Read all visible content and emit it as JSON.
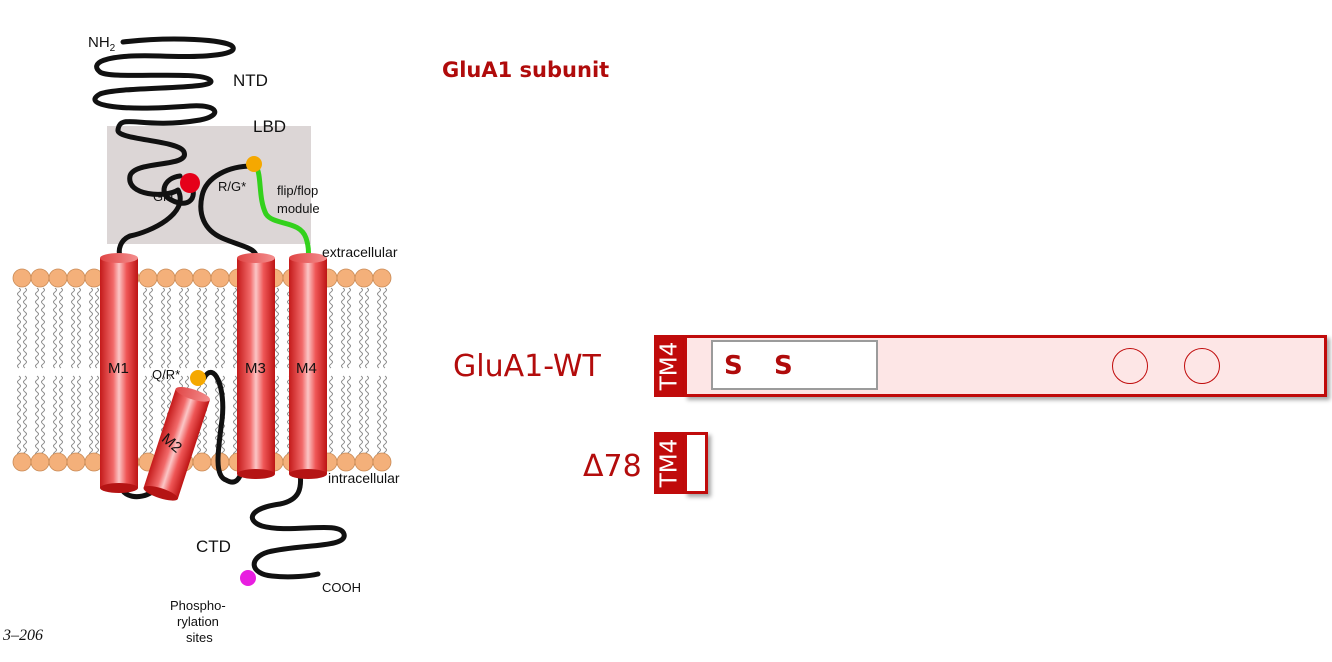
{
  "topology": {
    "nh2": "NH",
    "nh2_sub": "2",
    "ntd": "NTD",
    "lbd": "LBD",
    "glu": "Glu",
    "rg": "R/G*",
    "flipflop_1": "flip/flop",
    "flipflop_2": "module",
    "extracellular": "extracellular",
    "intracellular": "intracellular",
    "m1": "M1",
    "m2": "M2",
    "m3": "M3",
    "m4": "M4",
    "qr": "Q/R*",
    "ctd": "CTD",
    "cooh": "COOH",
    "phospho_1": "Phospho-",
    "phospho_2": "rylation",
    "phospho_3": "sites",
    "figure_code": "3–206"
  },
  "constructs": {
    "title": "GluA1 subunit",
    "wt_label": "GluA1-WT",
    "d78_label": "Δ78",
    "tm4_label": "TM4",
    "s1": "S",
    "s2": "S"
  },
  "colors": {
    "title_red": "#b00b0b",
    "bar_red": "#c00b0b",
    "bar_fill": "#fde6e6",
    "glu_site": "#e5001a",
    "edit_site": "#f5a800",
    "flip_flop": "#33d11c",
    "phospho_site": "#e81ee0",
    "lipid_head": "#f4b07a",
    "lbd_box": "#dcd6d6"
  }
}
